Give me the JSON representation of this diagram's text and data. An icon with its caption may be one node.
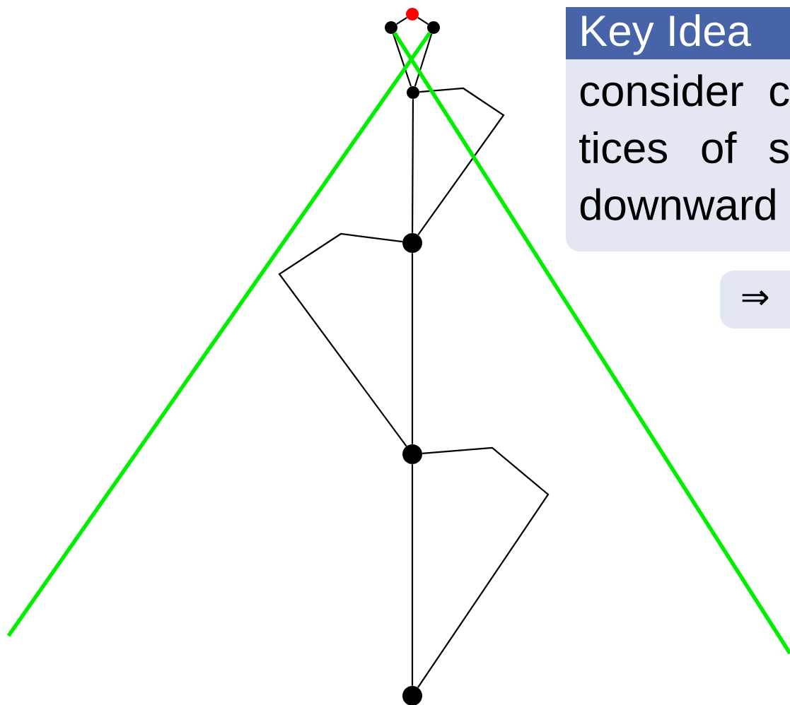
{
  "diagram": {
    "nodes": [
      {
        "text": [],
        "shape": "circle"
      },
      {
        "text": [],
        "shape": "circle"
      },
      {
        "text": [],
        "shape": "circle"
      },
      {
        "text": [],
        "shape": "circle"
      },
      {
        "text": [],
        "shape": "circle"
      },
      {
        "text": [],
        "shape": "circle"
      },
      {
        "text": [],
        "shape": "circle"
      },
      {
        "text": [
          "Key Idea",
          "consider c tices of s downward"
        ]
      },
      {
        "text": [
          "⇒"
        ]
      }
    ],
    "edges": [
      {
        "from": 0,
        "to": 1,
        "arrow": "none"
      },
      {
        "from": 0,
        "to": 2,
        "arrow": "none"
      },
      {
        "from": 1,
        "to": 3,
        "arrow": "none"
      },
      {
        "from": 2,
        "to": 3,
        "arrow": "none"
      },
      {
        "from": 3,
        "to": 4,
        "arrow": "none"
      },
      {
        "from": 3,
        "to": 4,
        "arrow": "none"
      },
      {
        "from": 4,
        "to": 5,
        "arrow": "none"
      },
      {
        "from": 4,
        "to": 5,
        "arrow": "none"
      },
      {
        "from": 5,
        "to": 6,
        "arrow": "none"
      },
      {
        "from": 5,
        "to": 6,
        "arrow": "none"
      },
      {
        "from": 2,
        "to": null,
        "arrow": "none",
        "style": "thick",
        "color": "#00ee00"
      },
      {
        "from": 1,
        "to": null,
        "arrow": "none",
        "style": "thick",
        "color": "#00ee00"
      }
    ]
  }
}
